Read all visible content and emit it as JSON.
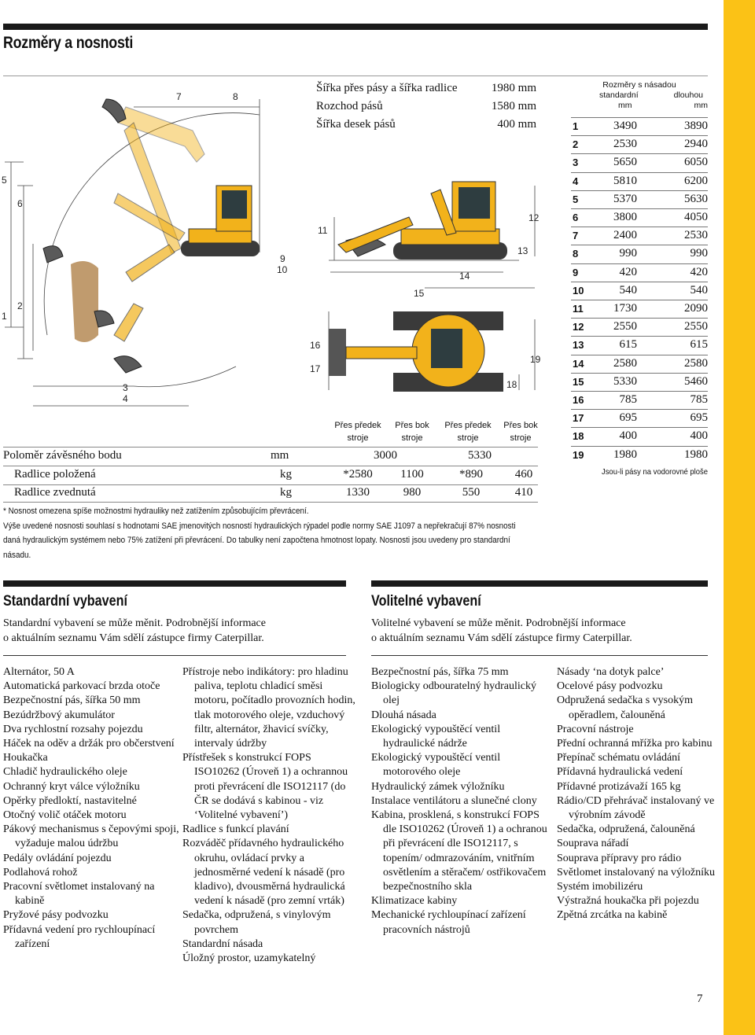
{
  "heading": "Rozměry a nosnosti",
  "specs": [
    {
      "label": "Šířka přes pásy a šířka radlice",
      "value": "1980 mm"
    },
    {
      "label": "Rozchod pásů",
      "value": "1580 mm"
    },
    {
      "label": "Šířka desek pásů",
      "value": "400 mm"
    }
  ],
  "diagram_numbers": {
    "n1": "1",
    "n2": "2",
    "n3": "3",
    "n4": "4",
    "n5": "5",
    "n6": "6",
    "n7": "7",
    "n8": "8",
    "n9": "9",
    "n10": "10",
    "n11": "11",
    "n12": "12",
    "n13": "13",
    "n14": "14",
    "n15": "15",
    "n16": "16",
    "n17": "17",
    "n18": "18",
    "n19": "19"
  },
  "capacity": {
    "col1": "Přes předek stroje",
    "col2": "Přes bok stroje",
    "col3": "Přes předek stroje",
    "col4": "Přes bok stroje",
    "rows": [
      {
        "label": "Poloměr závěsného bodu",
        "unit": "mm",
        "v1": "3000",
        "v2": "5330"
      },
      {
        "label": "Radlice položená",
        "unit": "kg",
        "v1": "*2580",
        "v2": "1100",
        "v3": "*890",
        "v4": "460"
      },
      {
        "label": "Radlice zvednutá",
        "unit": "kg",
        "v1": "1330",
        "v2": "980",
        "v3": "550",
        "v4": "410"
      }
    ],
    "note1": "* Nosnost omezena spíše možnostmi hydrauliky než zatížením způsobujícím převrácení.",
    "note2": "Výše uvedené nosnosti souhlasí s hodnotami SAE jmenovitých nosností hydraulických rýpadel podle normy SAE J1097 a nepřekračují 87% nosnosti daná hydraulickým systémem nebo 75% zatížení při převrácení. Do tabulky není započtena hmotnost lopaty. Nosnosti jsou uvedeny pro standardní násadu."
  },
  "dimensions": {
    "title": "Rozměry s násadou",
    "col_a": "standardní",
    "col_b": "dlouhou",
    "unit_a": "mm",
    "unit_b": "mm",
    "rows": [
      {
        "k": "1",
        "a": "3490",
        "b": "3890"
      },
      {
        "k": "2",
        "a": "2530",
        "b": "2940"
      },
      {
        "k": "3",
        "a": "5650",
        "b": "6050"
      },
      {
        "k": "4",
        "a": "5810",
        "b": "6200"
      },
      {
        "k": "5",
        "a": "5370",
        "b": "5630"
      },
      {
        "k": "6",
        "a": "3800",
        "b": "4050"
      },
      {
        "k": "7",
        "a": "2400",
        "b": "2530"
      },
      {
        "k": "8",
        "a": "990",
        "b": "990"
      },
      {
        "k": "9",
        "a": "420",
        "b": "420"
      },
      {
        "k": "10",
        "a": "540",
        "b": "540"
      },
      {
        "k": "11",
        "a": "1730",
        "b": "2090"
      },
      {
        "k": "12",
        "a": "2550",
        "b": "2550"
      },
      {
        "k": "13",
        "a": "615",
        "b": "615"
      },
      {
        "k": "14",
        "a": "2580",
        "b": "2580"
      },
      {
        "k": "15",
        "a": "5330",
        "b": "5460"
      },
      {
        "k": "16",
        "a": "785",
        "b": "785"
      },
      {
        "k": "17",
        "a": "695",
        "b": "695"
      },
      {
        "k": "18",
        "a": "400",
        "b": "400"
      },
      {
        "k": "19",
        "a": "1980",
        "b": "1980"
      }
    ],
    "footnote": "Jsou-li pásy na vodorovné ploše"
  },
  "standard": {
    "title": "Standardní vybavení",
    "intro1": "Standardní vybavení se může měnit. Podrobnější informace",
    "intro2": "o aktuálním seznamu Vám sdělí zástupce firmy Caterpillar.",
    "col1": [
      "Alternátor, 50 A",
      "Automatická parkovací brzda otoče",
      "Bezpečnostní pás, šířka 50 mm",
      "Bezúdržbový akumulátor",
      "Dva rychlostní rozsahy pojezdu",
      "Háček na oděv a držák pro občerstvení",
      "Houkačka",
      "Chladič hydraulického oleje",
      "Ochranný kryt válce výložníku",
      "Opěrky předloktí, nastavitelné",
      "Otočný volič otáček motoru",
      "Pákový mechanismus s čepovými spoji, vyžaduje malou údržbu",
      "Pedály ovládání pojezdu",
      "Podlahová rohož",
      "Pracovní světlomet instalovaný na kabině",
      "Pryžové pásy podvozku",
      "Přídavná vedení pro rychloupínací zařízení"
    ],
    "col2": [
      "Přístroje nebo indikátory: pro hladinu paliva, teplotu chladicí směsi motoru, počítadlo provozních hodin, tlak motorového oleje, vzduchový filtr, alternátor, žhavicí svíčky, intervaly údržby",
      "Přístřešek s konstrukcí FOPS ISO10262 (Úroveň 1) a ochrannou proti převrácení dle ISO12117 (do ČR se dodává s kabinou - viz ‘Volitelné vybavení’)",
      "Radlice s funkcí plavání",
      "Rozváděč přídavného hydraulického okruhu, ovládací prvky a jednosměrné vedení k násadě (pro kladivo), dvousměrná hydraulická vedení k násadě (pro zemní vrták)",
      "Sedačka, odpružená, s vinylovým povrchem",
      "Standardní násada",
      "Úložný prostor, uzamykatelný"
    ]
  },
  "optional": {
    "title": "Volitelné vybavení",
    "intro1": "Volitelné vybavení se může měnit. Podrobnější informace",
    "intro2": "o aktuálním seznamu Vám sdělí zástupce firmy Caterpillar.",
    "col1": [
      "Bezpečnostní pás, šířka 75 mm",
      "Biologicky odbouratelný hydraulický olej",
      "Dlouhá násada",
      "Ekologický vypouštěcí ventil hydraulické nádrže",
      "Ekologický vypouštěcí ventil motorového oleje",
      "Hydraulický zámek výložníku",
      "Instalace ventilátoru a slunečné clony",
      "Kabina, prosklená, s konstrukcí FOPS dle ISO10262 (Úroveň 1) a ochranou při převrácení dle ISO12117, s topením/ odmrazováním, vnitřním osvětlením a stěračem/ ostřikovačem bezpečnostního skla",
      "Klimatizace kabiny",
      "Mechanické rychloupínací zařízení pracovních nástrojů"
    ],
    "col2": [
      "Násady ‘na dotyk palce’",
      "Ocelové pásy podvozku",
      "Odpružená sedačka s vysokým opěradlem, čalouněná",
      "Pracovní nástroje",
      "Přední ochranná mřížka pro kabinu",
      "Přepínač schématu ovládání",
      "Přídavná hydraulická vedení",
      "Přídavné protizávaží 165 kg",
      "Rádio/CD přehrávač instalovaný ve výrobním závodě",
      "Sedačka, odpružená, čalouněná",
      "Souprava nářadí",
      "Souprava přípravy pro rádio",
      "Světlomet instalovaný na výložníku",
      "Systém imobilizéru",
      "Výstražná houkačka při pojezdu",
      "Zpětná zrcátka na kabině"
    ]
  },
  "page_number": "7",
  "colors": {
    "accent": "#fbc216",
    "machine": "#f2b21b",
    "dark": "#1a1a1a"
  }
}
